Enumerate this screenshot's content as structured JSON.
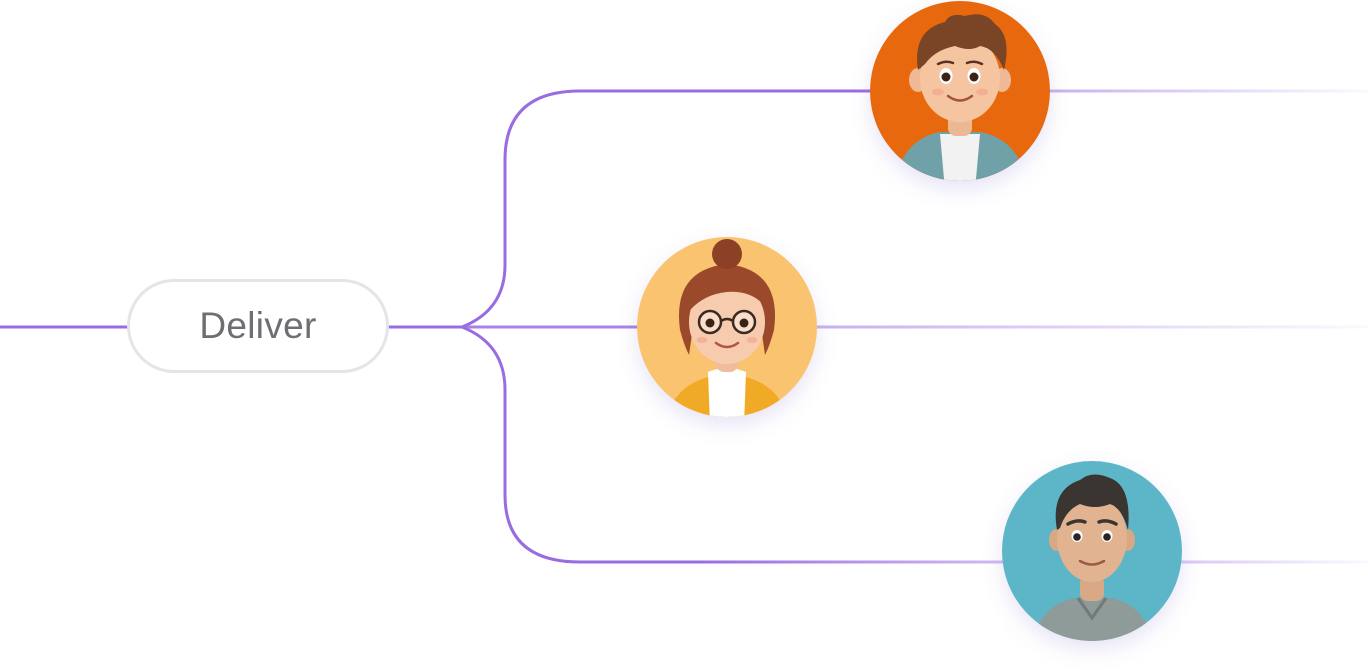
{
  "root": {
    "label": "Deliver"
  },
  "colors": {
    "line": "#9a6ce2",
    "pill_border": "#e4e4e9",
    "label": "#6e6e73"
  },
  "avatars": [
    {
      "name": "avatar-boy-orange",
      "bg": "#e8690e",
      "skin": "#f5c5a2",
      "hair": "#7a4426",
      "shirt": "#6fa1a8",
      "undershirt": "#f2f2f2"
    },
    {
      "name": "avatar-girl-glasses",
      "bg": "#f9c36f",
      "skin": "#f7ccae",
      "hair": "#9a4a2a",
      "shirt": "#f0aa27",
      "undershirt": "#ffffff"
    },
    {
      "name": "avatar-man-teal",
      "bg": "#5bb6c7",
      "skin": "#e1b391",
      "hair": "#3b3432",
      "shirt": "#8f9b98",
      "undershirt": "#8f9b98"
    }
  ]
}
